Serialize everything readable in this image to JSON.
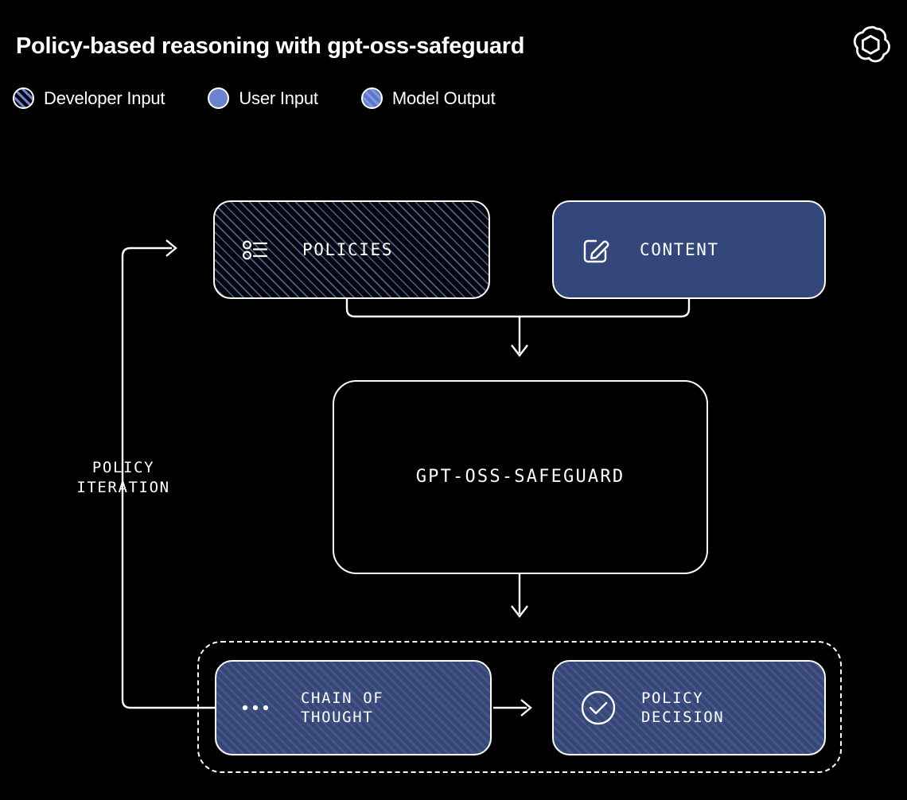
{
  "header": {
    "title": "Policy-based reasoning with gpt-oss-safeguard",
    "logo_name": "openai-logo"
  },
  "legend": {
    "items": [
      {
        "label": "Developer Input",
        "icon": "hatched-dark-circle-icon",
        "style": "dark-hatched"
      },
      {
        "label": "User Input",
        "icon": "solid-blue-circle-icon",
        "style": "solid-blue"
      },
      {
        "label": "Model Output",
        "icon": "hatched-blue-circle-icon",
        "style": "blue-hatched"
      }
    ]
  },
  "diagram": {
    "nodes": {
      "policies": {
        "label": "POLICIES",
        "icon": "list-icon",
        "kind": "developer-input"
      },
      "content": {
        "label": "CONTENT",
        "icon": "edit-square-icon",
        "kind": "user-input"
      },
      "safeguard": {
        "label": "GPT-OSS-SAFEGUARD",
        "kind": "model"
      },
      "chain_of_thought": {
        "label": "CHAIN OF\nTHOUGHT",
        "icon": "ellipsis-icon",
        "kind": "model-output"
      },
      "policy_decision": {
        "label": "POLICY\nDECISION",
        "icon": "check-circle-icon",
        "kind": "model-output"
      }
    },
    "loop_caption": "POLICY\nITERATION",
    "colors": {
      "background": "#000000",
      "stroke": "#ffffff",
      "blue_fill": "#34477b",
      "blue_hatch": "#3b4d80",
      "hatch_line": "#4c5f91",
      "legend_blue": "#6b82cf"
    }
  }
}
